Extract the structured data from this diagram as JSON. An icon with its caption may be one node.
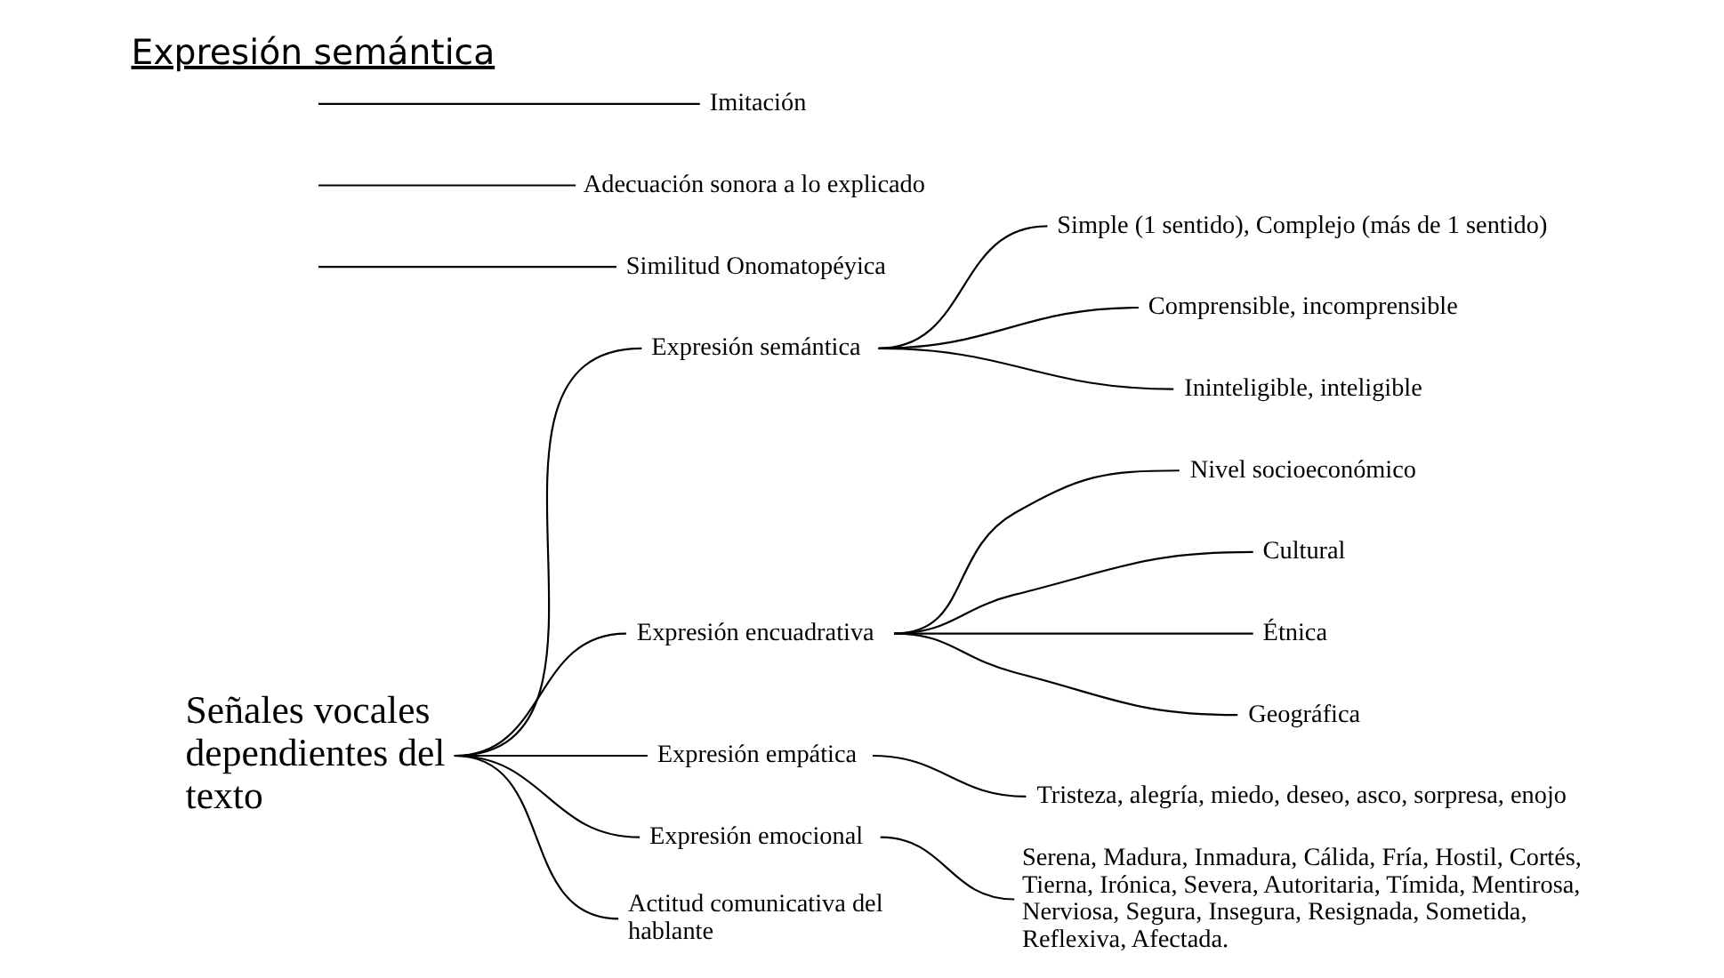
{
  "diagram": {
    "nodes": [
      {
        "text": [
          "Señales vocales dependientes del texto"
        ]
      },
      {
        "text": [
          "Expresión semántica"
        ]
      },
      {
        "text": [
          "Simple (1 sentido), Complejo (más de 1 sentido)"
        ]
      },
      {
        "text": [
          "Comprensible, incomprensible"
        ]
      },
      {
        "text": [
          "Ininteligible, inteligible"
        ]
      },
      {
        "text": [
          "Expresión encuadrativa"
        ]
      },
      {
        "text": [
          "Nivel socioeconómico"
        ]
      },
      {
        "text": [
          "Cultural"
        ]
      },
      {
        "text": [
          "Étnica"
        ]
      },
      {
        "text": [
          "Geográfica"
        ]
      },
      {
        "text": [
          "Similitud Onomatopéyica"
        ]
      },
      {
        "text": [
          "Adecuación sonora a lo explicado"
        ]
      },
      {
        "text": [
          "Imitación"
        ]
      },
      {
        "text": [
          "Expresión empática"
        ]
      },
      {
        "text": [
          "Tristeza, alegría, miedo, deseo, asco, sorpresa, enojo"
        ]
      },
      {
        "text": [
          "Expresión emocional"
        ]
      },
      {
        "text": [
          "Serena, Madura, Inmadura, Cálida, Fría, Hostil, Cortés, Tierna, Irónica, Severa, Autoritaria, Tímida, Mentirosa, Nerviosa, Segura, Insegura, Resignada, Sometida, Reflexiva, Afectada."
        ]
      },
      {
        "text": [
          "Actitud comunicativa del hablante"
        ]
      }
    ],
    "edges": [
      {
        "from": 0,
        "to": 1,
        "arrow": "none"
      },
      {
        "from": 0,
        "to": 5,
        "arrow": "none"
      },
      {
        "from": 0,
        "to": 13,
        "arrow": "none"
      },
      {
        "from": 0,
        "to": 15,
        "arrow": "none"
      },
      {
        "from": 0,
        "to": 17,
        "arrow": "none"
      },
      {
        "from": 1,
        "to": 2,
        "arrow": "none"
      },
      {
        "from": 1,
        "to": 3,
        "arrow": "none"
      },
      {
        "from": 1,
        "to": 4,
        "arrow": "none"
      },
      {
        "from": 5,
        "to": 6,
        "arrow": "none"
      },
      {
        "from": 5,
        "to": 7,
        "arrow": "none"
      },
      {
        "from": 5,
        "to": 8,
        "arrow": "none"
      },
      {
        "from": 5,
        "to": 9,
        "arrow": "none"
      },
      {
        "from": null,
        "to": 10,
        "arrow": "none"
      },
      {
        "from": null,
        "to": 11,
        "arrow": "none"
      },
      {
        "from": null,
        "to": 12,
        "arrow": "none"
      },
      {
        "from": 13,
        "to": 14,
        "arrow": "none"
      },
      {
        "from": 15,
        "to": 16,
        "arrow": "none"
      }
    ],
    "labels": [
      "Expresión semántica"
    ]
  }
}
